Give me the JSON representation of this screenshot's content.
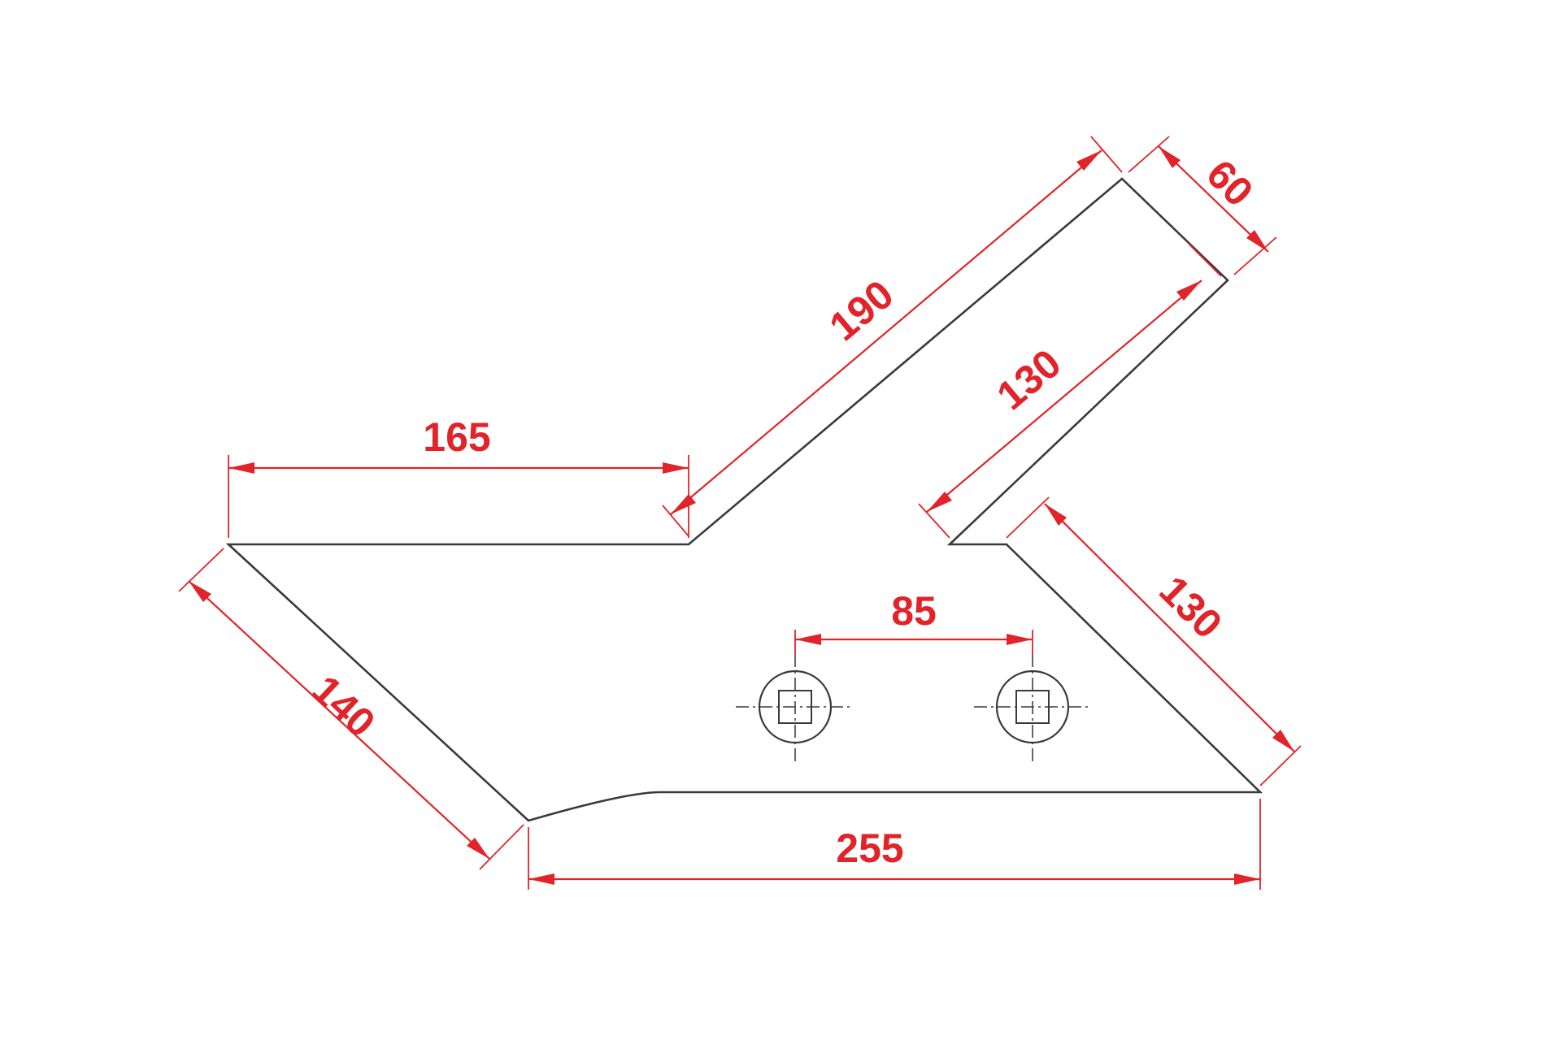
{
  "colors": {
    "outline": "#3a3a3a",
    "dimension": "#e0242a",
    "background": "#ffffff"
  },
  "dimensions": {
    "top_left_edge": "165",
    "upper_arm_outer": "190",
    "arm_width": "60",
    "upper_arm_inner": "130",
    "right_slant_edge": "130",
    "hole_spacing": "85",
    "left_slant_edge": "140",
    "bottom_edge": "255"
  }
}
